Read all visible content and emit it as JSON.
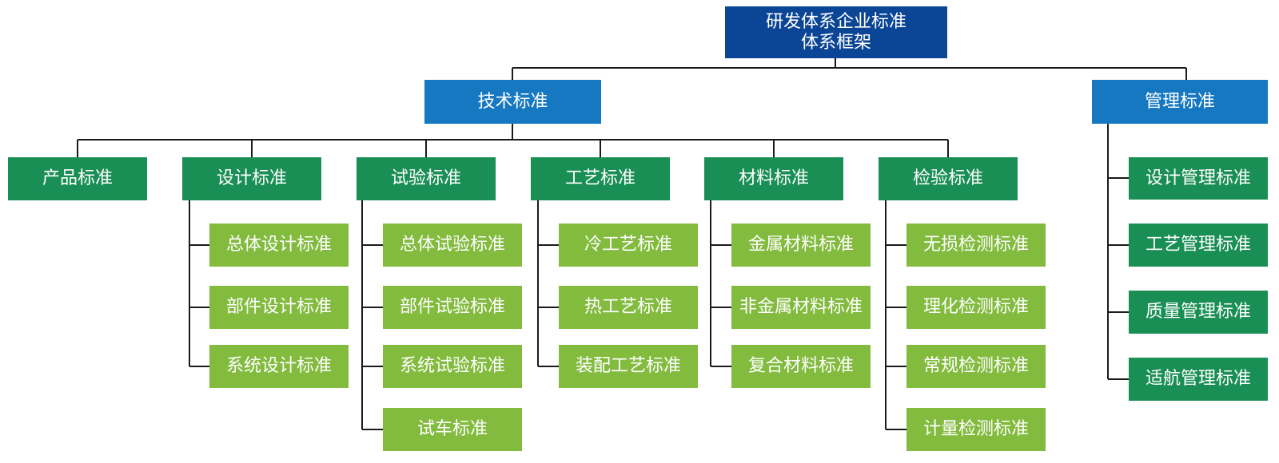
{
  "root": {
    "line1": "研发体系企业标准",
    "line2": "体系框架"
  },
  "technical": {
    "label": "技术标准",
    "groups": [
      {
        "label": "产品标准",
        "items": []
      },
      {
        "label": "设计标准",
        "items": [
          "总体设计标准",
          "部件设计标准",
          "系统设计标准"
        ]
      },
      {
        "label": "试验标准",
        "items": [
          "总体试验标准",
          "部件试验标准",
          "系统试验标准",
          "试车标准"
        ]
      },
      {
        "label": "工艺标准",
        "items": [
          "冷工艺标准",
          "热工艺标准",
          "装配工艺标准"
        ]
      },
      {
        "label": "材料标准",
        "items": [
          "金属材料标准",
          "非金属材料标准",
          "复合材料标准"
        ]
      },
      {
        "label": "检验标准",
        "items": [
          "无损检测标准",
          "理化检测标准",
          "常规检测标准",
          "计量检测标准"
        ]
      }
    ]
  },
  "management": {
    "label": "管理标准",
    "items": [
      "设计管理标准",
      "工艺管理标准",
      "质量管理标准",
      "适航管理标准"
    ]
  },
  "colors": {
    "root": "#0b4596",
    "level1": "#1578c1",
    "level2": "#1a8f55",
    "level3": "#82bb3e",
    "connector": "#1a1a1a"
  }
}
